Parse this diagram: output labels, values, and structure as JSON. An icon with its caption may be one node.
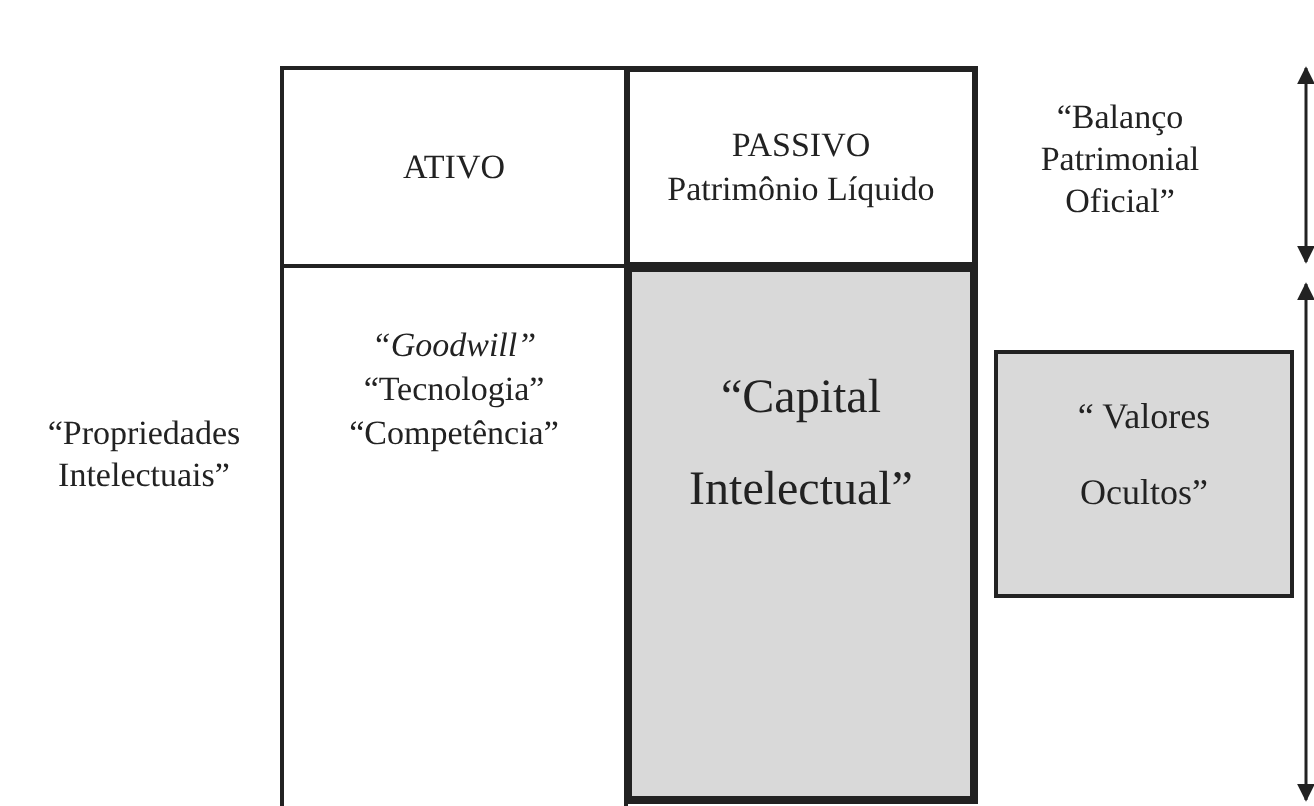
{
  "diagram": {
    "nodes": [
      {
        "text": [
          "ATIVO"
        ]
      },
      {
        "text": [
          "PASSIVO",
          "Patrimônio Líquido"
        ]
      },
      {
        "text": [
          "*“Goodwill”*",
          "“Tecnologia”",
          "“Competência”"
        ]
      },
      {
        "text": [
          "“Capital Intelectual”"
        ]
      },
      {
        "text": [
          "“ Valores Ocultos”"
        ]
      }
    ],
    "labels": [
      "“Balanço Patrimonial Oficial”",
      "“Propriedades Intelectuais”"
    ]
  }
}
